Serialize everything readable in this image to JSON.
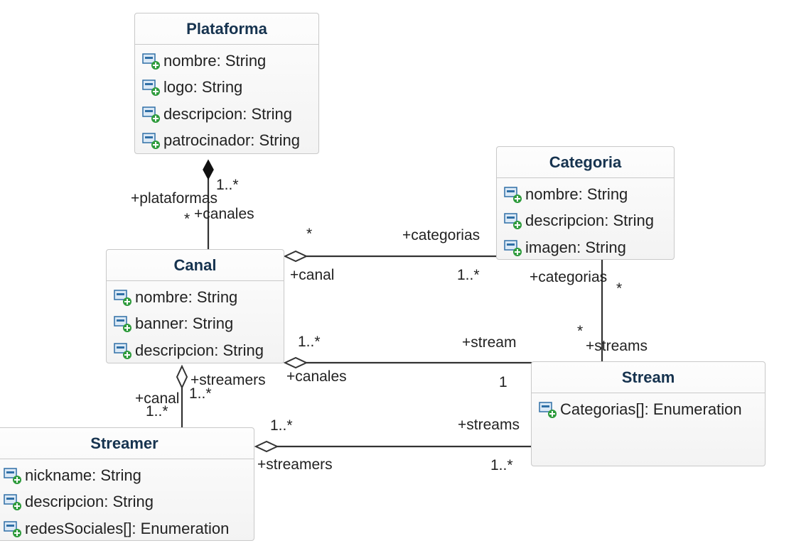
{
  "icons": {
    "attribute": "attribute-add-icon"
  },
  "colors": {
    "title": "#16334f",
    "border": "#c9c9c9",
    "line": "#333333",
    "icon_blue": "#2f6fa6",
    "icon_green": "#2e9b3c"
  },
  "classes": {
    "plataforma": {
      "name": "Plataforma",
      "attributes": [
        "nombre: String",
        "logo: String",
        "descripcion: String",
        "patrocinador: String"
      ]
    },
    "categoria": {
      "name": "Categoria",
      "attributes": [
        "nombre: String",
        "descripcion: String",
        "imagen: String"
      ]
    },
    "canal": {
      "name": "Canal",
      "attributes": [
        "nombre: String",
        "banner: String",
        "descripcion: String"
      ]
    },
    "stream": {
      "name": "Stream",
      "attributes": [
        "Categorias[]: Enumeration"
      ]
    },
    "streamer": {
      "name": "Streamer",
      "attributes": [
        "nickname: String",
        "descripcion: String",
        "redesSociales[]: Enumeration"
      ]
    }
  },
  "associations": {
    "plataforma_canal": {
      "mult_top": "1..*",
      "role_top": "+plataformas",
      "mult_bottom": "*",
      "role_bottom": "+canales"
    },
    "canal_categoria": {
      "mult_left": "*",
      "role_left": "+canal",
      "role_right": "+categorias",
      "mult_right": "1..*"
    },
    "categoria_stream": {
      "role_top": "+categorias",
      "mult_top": "*",
      "mult_bottom": "*",
      "role_bottom": "+streams"
    },
    "canal_stream": {
      "mult_left": "1..*",
      "role_left": "+canales",
      "role_right": "+stream",
      "mult_right": "1"
    },
    "canal_streamer": {
      "role_top": "+streamers",
      "mult_top": "1..*",
      "role_bottom": "+canal",
      "mult_bottom": "1..*"
    },
    "streamer_stream": {
      "mult_left": "1..*",
      "role_left": "+streamers",
      "role_right": "+streams",
      "mult_right": "1..*"
    }
  }
}
